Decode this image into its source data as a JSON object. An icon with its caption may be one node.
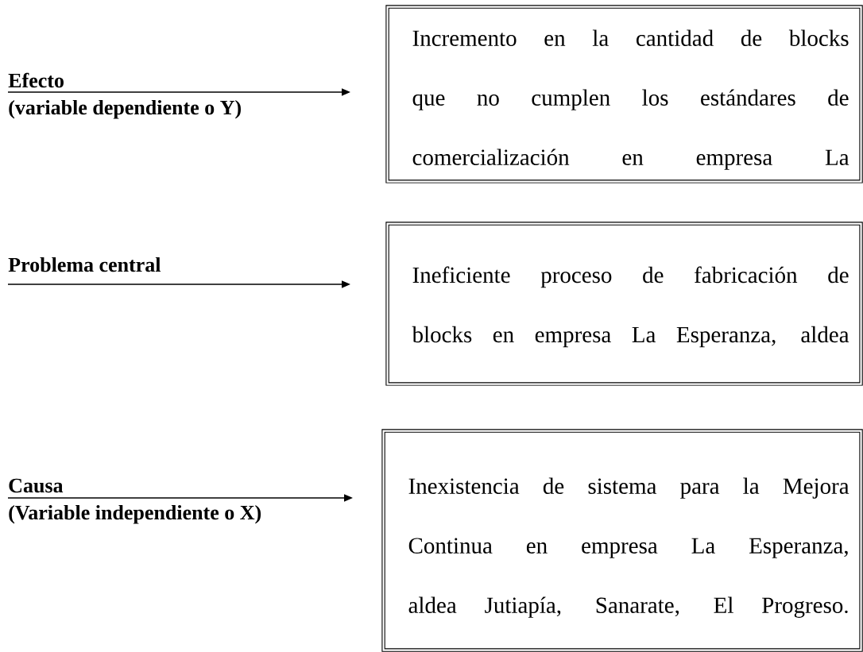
{
  "diagram": {
    "nodes": [
      {
        "text": [
          "Efecto",
          "(variable dependiente o Y)"
        ]
      },
      {
        "text": [
          "Incremento en la cantidad de blocks que no cumplen los estándares de comercialización en empresa La"
        ]
      },
      {
        "text": [
          "Problema central"
        ]
      },
      {
        "text": [
          "Ineficiente proceso de fabricación de blocks en empresa La Esperanza, aldea"
        ]
      },
      {
        "text": [
          "Causa",
          "(Variable independiente o X)"
        ]
      },
      {
        "text": [
          "Inexistencia de sistema para la Mejora Continua en empresa La Esperanza, aldea Jutiapía, Sanarate, El Progreso."
        ]
      }
    ],
    "edges": [
      {
        "from": 0,
        "to": 1,
        "arrow": "to"
      },
      {
        "from": 2,
        "to": 3,
        "arrow": "to"
      },
      {
        "from": 4,
        "to": 5,
        "arrow": "to"
      }
    ]
  }
}
